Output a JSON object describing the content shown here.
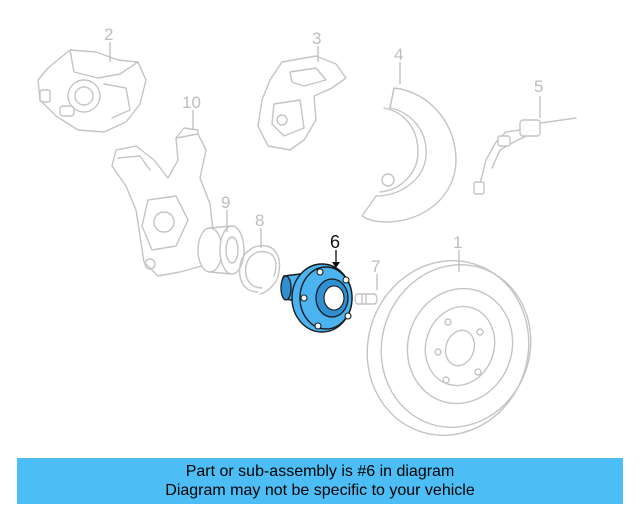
{
  "diagram": {
    "callouts": {
      "c1": "1",
      "c2": "2",
      "c3": "3",
      "c4": "4",
      "c5": "5",
      "c6": "6",
      "c7": "7",
      "c8": "8",
      "c9": "9",
      "c10": "10"
    },
    "highlight_color": "#4bb3f0"
  },
  "banner": {
    "line1": "Part or sub-assembly is #6 in diagram",
    "line2": "Diagram may not be specific to your vehicle",
    "background": "#4dbef5"
  }
}
